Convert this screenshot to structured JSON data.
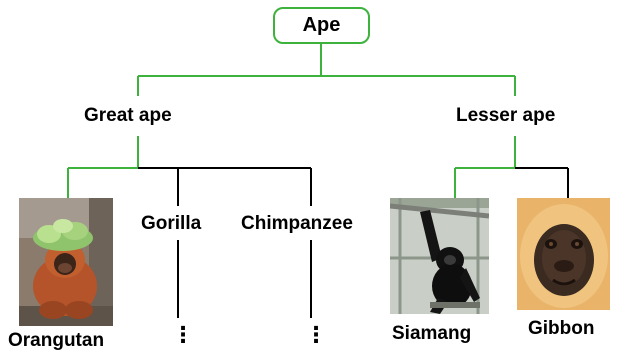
{
  "diagram": {
    "root": {
      "label": "Ape"
    },
    "groups": [
      {
        "label": "Great ape"
      },
      {
        "label": "Lesser ape"
      }
    ],
    "species": [
      {
        "label": "Orangutan",
        "group": "Great ape",
        "photo": "orangutan-photo"
      },
      {
        "label": "Gorilla",
        "group": "Great ape",
        "continued": "⋮"
      },
      {
        "label": "Chimpanzee",
        "group": "Great ape",
        "continued": "⋮"
      },
      {
        "label": "Siamang",
        "group": "Lesser ape",
        "photo": "siamang-photo"
      },
      {
        "label": "Gibbon",
        "group": "Lesser ape",
        "photo": "gibbon-photo"
      }
    ],
    "colors": {
      "highlight_edge": "#3db33d",
      "default_edge": "#000000"
    }
  }
}
